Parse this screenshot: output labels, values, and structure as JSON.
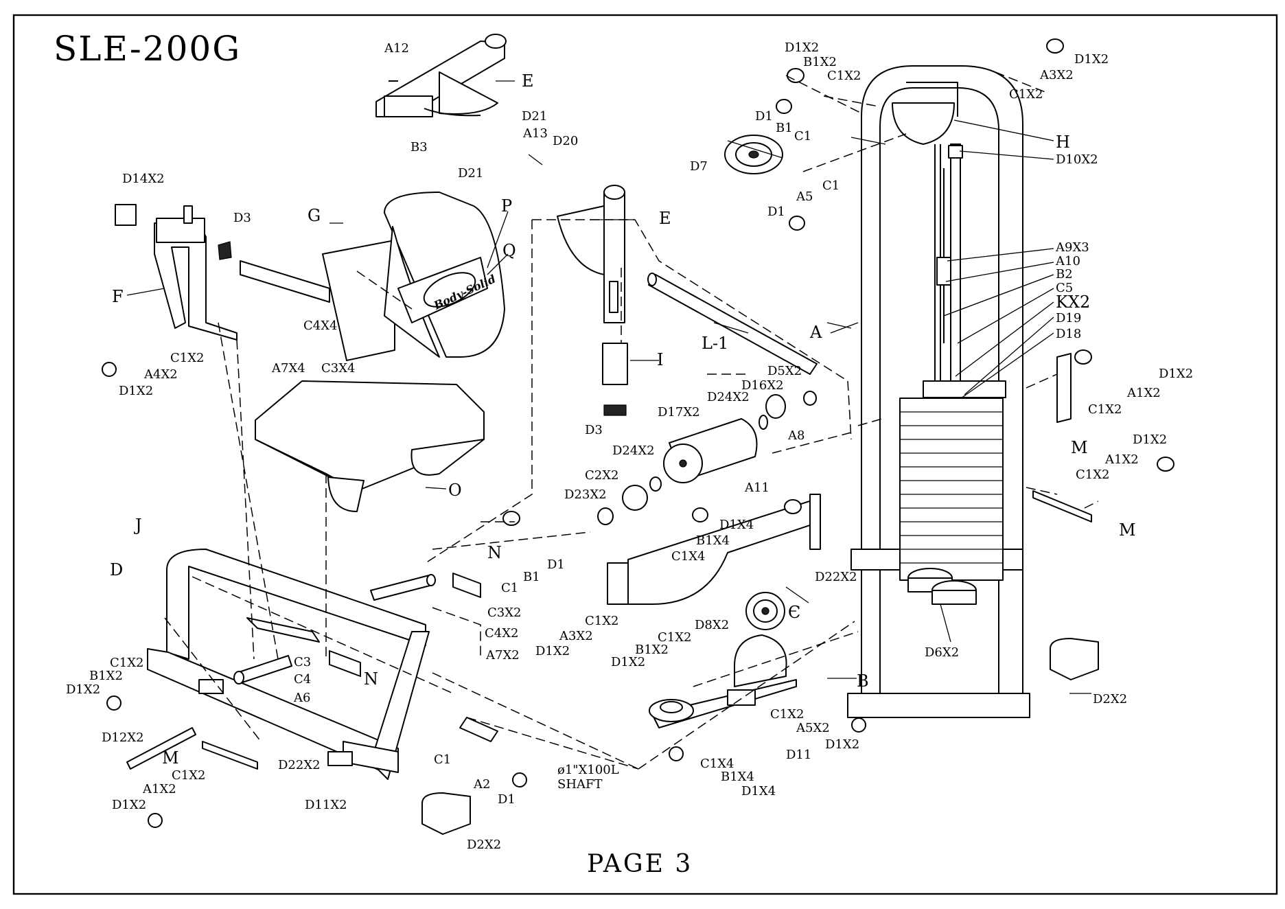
{
  "title": "SLE-200G",
  "page_label": "PAGE  3",
  "brand_logo": "Body-Solid",
  "shaft_note": [
    "ø1\"X100L",
    "SHAFT"
  ],
  "part_labels": [
    {
      "id": "A12",
      "text": "A12"
    },
    {
      "id": "E_top",
      "text": "E"
    },
    {
      "id": "D21_a",
      "text": "D21"
    },
    {
      "id": "A13",
      "text": "A13"
    },
    {
      "id": "D20",
      "text": "D20"
    },
    {
      "id": "D21_b",
      "text": "D21"
    },
    {
      "id": "B3",
      "text": "B3"
    },
    {
      "id": "D1X2_a",
      "text": "D1X2"
    },
    {
      "id": "B1X2_a",
      "text": "B1X2"
    },
    {
      "id": "C1X2_a",
      "text": "C1X2"
    },
    {
      "id": "D1_a",
      "text": "D1"
    },
    {
      "id": "B1_a",
      "text": "B1"
    },
    {
      "id": "C1_a",
      "text": "C1"
    },
    {
      "id": "D7",
      "text": "D7"
    },
    {
      "id": "D1X2_b",
      "text": "D1X2"
    },
    {
      "id": "A3X2_a",
      "text": "A3X2"
    },
    {
      "id": "C1X2_b",
      "text": "C1X2"
    },
    {
      "id": "H",
      "text": "H"
    },
    {
      "id": "D10X2",
      "text": "D10X2"
    },
    {
      "id": "C1_b",
      "text": "C1"
    },
    {
      "id": "A5",
      "text": "A5"
    },
    {
      "id": "D1_b",
      "text": "D1"
    },
    {
      "id": "D14X2",
      "text": "D14X2"
    },
    {
      "id": "D3_a",
      "text": "D3"
    },
    {
      "id": "G",
      "text": "G"
    },
    {
      "id": "P",
      "text": "P"
    },
    {
      "id": "Q",
      "text": "Q"
    },
    {
      "id": "E_mid",
      "text": "E"
    },
    {
      "id": "F",
      "text": "F"
    },
    {
      "id": "A9X3",
      "text": "A9X3"
    },
    {
      "id": "A10",
      "text": "A10"
    },
    {
      "id": "B2",
      "text": "B2"
    },
    {
      "id": "C5",
      "text": "C5"
    },
    {
      "id": "KX2",
      "text": "KX2"
    },
    {
      "id": "D19",
      "text": "D19"
    },
    {
      "id": "D18",
      "text": "D18"
    },
    {
      "id": "A",
      "text": "A"
    },
    {
      "id": "L-1",
      "text": "L-1"
    },
    {
      "id": "C4X4",
      "text": "C4X4"
    },
    {
      "id": "A7X4",
      "text": "A7X4"
    },
    {
      "id": "C3X4",
      "text": "C3X4"
    },
    {
      "id": "C1X2_c",
      "text": "C1X2"
    },
    {
      "id": "A4X2",
      "text": "A4X2"
    },
    {
      "id": "D1X2_c",
      "text": "D1X2"
    },
    {
      "id": "I",
      "text": "I"
    },
    {
      "id": "D5X2",
      "text": "D5X2"
    },
    {
      "id": "D16X2",
      "text": "D16X2"
    },
    {
      "id": "D24X2_a",
      "text": "D24X2"
    },
    {
      "id": "D17X2",
      "text": "D17X2"
    },
    {
      "id": "D3_b",
      "text": "D3"
    },
    {
      "id": "D1X2_d",
      "text": "D1X2"
    },
    {
      "id": "C1X2_d",
      "text": "C1X2"
    },
    {
      "id": "A1X2_a",
      "text": "A1X2"
    },
    {
      "id": "A8",
      "text": "A8"
    },
    {
      "id": "M_a",
      "text": "M"
    },
    {
      "id": "D1X2_e",
      "text": "D1X2"
    },
    {
      "id": "A1X2_b",
      "text": "A1X2"
    },
    {
      "id": "C1X2_e",
      "text": "C1X2"
    },
    {
      "id": "D24X2_b",
      "text": "D24X2"
    },
    {
      "id": "C2X2",
      "text": "C2X2"
    },
    {
      "id": "D23X2",
      "text": "D23X2"
    },
    {
      "id": "A11",
      "text": "A11"
    },
    {
      "id": "O",
      "text": "O"
    },
    {
      "id": "M_b",
      "text": "M"
    },
    {
      "id": "D1X4_a",
      "text": "D1X4"
    },
    {
      "id": "B1X4_a",
      "text": "B1X4"
    },
    {
      "id": "C1X4_a",
      "text": "C1X4"
    },
    {
      "id": "J",
      "text": "J"
    },
    {
      "id": "N_a",
      "text": "N"
    },
    {
      "id": "D1_c",
      "text": "D1"
    },
    {
      "id": "B1_b",
      "text": "B1"
    },
    {
      "id": "C1_c",
      "text": "C1"
    },
    {
      "id": "D",
      "text": "D"
    },
    {
      "id": "D22X2_a",
      "text": "D22X2"
    },
    {
      "id": "C3X2",
      "text": "C3X2"
    },
    {
      "id": "C4X2",
      "text": "C4X2"
    },
    {
      "id": "C1X2_f",
      "text": "C1X2"
    },
    {
      "id": "A3X2_b",
      "text": "A3X2"
    },
    {
      "id": "C",
      "text": "C"
    },
    {
      "id": "A7X2",
      "text": "A7X2"
    },
    {
      "id": "D1X2_f",
      "text": "D1X2"
    },
    {
      "id": "D8X2",
      "text": "D8X2"
    },
    {
      "id": "C1X2_g",
      "text": "C1X2"
    },
    {
      "id": "B1X2_b",
      "text": "B1X2"
    },
    {
      "id": "D1X2_g",
      "text": "D1X2"
    },
    {
      "id": "D6X2",
      "text": "D6X2"
    },
    {
      "id": "C3",
      "text": "C3"
    },
    {
      "id": "C4",
      "text": "C4"
    },
    {
      "id": "N_b",
      "text": "N"
    },
    {
      "id": "A6",
      "text": "A6"
    },
    {
      "id": "C1X2_h",
      "text": "C1X2"
    },
    {
      "id": "B1X2_c",
      "text": "B1X2"
    },
    {
      "id": "D1X2_h",
      "text": "D1X2"
    },
    {
      "id": "B",
      "text": "B"
    },
    {
      "id": "D2X2_a",
      "text": "D2X2"
    },
    {
      "id": "C1X2_i",
      "text": "C1X2"
    },
    {
      "id": "A5X2",
      "text": "A5X2"
    },
    {
      "id": "D1X2_i",
      "text": "D1X2"
    },
    {
      "id": "D12X2",
      "text": "D12X2"
    },
    {
      "id": "M_c",
      "text": "M"
    },
    {
      "id": "D22X2_b",
      "text": "D22X2"
    },
    {
      "id": "C1_d",
      "text": "C1"
    },
    {
      "id": "A2",
      "text": "A2"
    },
    {
      "id": "D1_d",
      "text": "D1"
    },
    {
      "id": "D11",
      "text": "D11"
    },
    {
      "id": "C1X4_b",
      "text": "C1X4"
    },
    {
      "id": "B1X4_b",
      "text": "B1X4"
    },
    {
      "id": "D1X4_b",
      "text": "D1X4"
    },
    {
      "id": "C1X2_j",
      "text": "C1X2"
    },
    {
      "id": "A1X2_c",
      "text": "A1X2"
    },
    {
      "id": "D1X2_j",
      "text": "D1X2"
    },
    {
      "id": "D11X2",
      "text": "D11X2"
    },
    {
      "id": "D2X2_b",
      "text": "D2X2"
    }
  ]
}
